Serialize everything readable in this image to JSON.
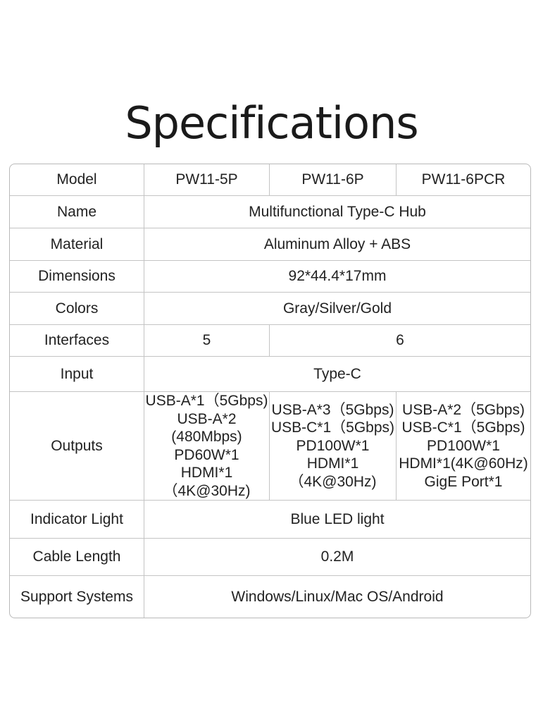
{
  "title": "Specifications",
  "models": [
    "PW11-5P",
    "PW11-6P",
    "PW11-6PCR"
  ],
  "rows": {
    "model": {
      "label": "Model"
    },
    "name": {
      "label": "Name",
      "value": "Multifunctional Type-C Hub"
    },
    "material": {
      "label": "Material",
      "value": "Aluminum Alloy + ABS"
    },
    "dimensions": {
      "label": "Dimensions",
      "value": "92*44.4*17mm"
    },
    "colors": {
      "label": "Colors",
      "value": "Gray/Silver/Gold"
    },
    "interfaces": {
      "label": "Interfaces",
      "values": [
        "5",
        "6"
      ]
    },
    "input": {
      "label": "Input",
      "value": "Type-C"
    },
    "outputs": {
      "label": "Outputs",
      "columns": [
        [
          "USB-A*1（5Gbps)",
          "USB-A*2 (480Mbps)",
          "PD60W*1",
          "HDMI*1（4K@30Hz)"
        ],
        [
          "USB-A*3（5Gbps)",
          "USB-C*1（5Gbps)",
          "PD100W*1",
          "HDMI*1（4K@30Hz)"
        ],
        [
          "USB-A*2（5Gbps)",
          "USB-C*1（5Gbps)",
          "PD100W*1",
          "HDMI*1(4K@60Hz)",
          "GigE Port*1"
        ]
      ]
    },
    "indicator_light": {
      "label": "Indicator Light",
      "value": "Blue LED light"
    },
    "cable_length": {
      "label": "Cable Length",
      "value": "0.2M"
    },
    "support_systems": {
      "label": "Support Systems",
      "value": "Windows/Linux/Mac OS/Android"
    }
  }
}
